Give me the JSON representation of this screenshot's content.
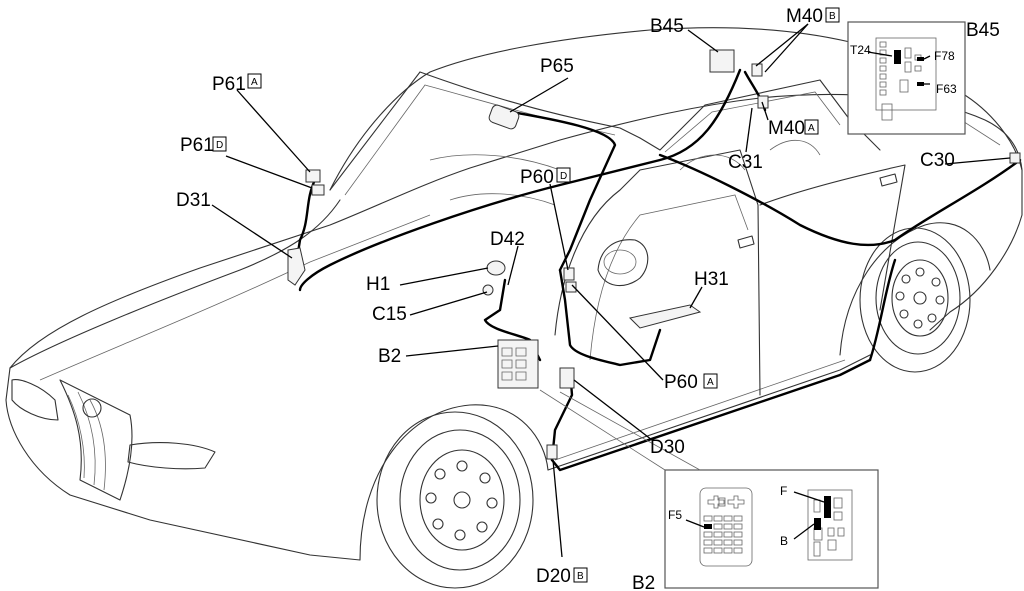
{
  "labels": {
    "b45_top": "B45",
    "m40b": "M40",
    "m40b_box": "B",
    "b45_inset": "B45",
    "p65": "P65",
    "p61a": "P61",
    "p61a_box": "A",
    "t24": "T24",
    "f78": "F78",
    "f63": "F63",
    "p61d": "P61",
    "p61d_box": "D",
    "m40a": "M40",
    "m40a_box": "A",
    "c31": "C31",
    "c30": "C30",
    "d31": "D31",
    "p60d": "P60",
    "p60d_box": "D",
    "d42": "D42",
    "h1": "H1",
    "h31": "H31",
    "c15": "C15",
    "b2": "B2",
    "p60a": "P60",
    "p60a_box": "A",
    "d30": "D30",
    "f5": "F5",
    "f": "F",
    "b": "B",
    "d20b": "D20",
    "d20b_box": "B",
    "b2_inset": "B2"
  }
}
